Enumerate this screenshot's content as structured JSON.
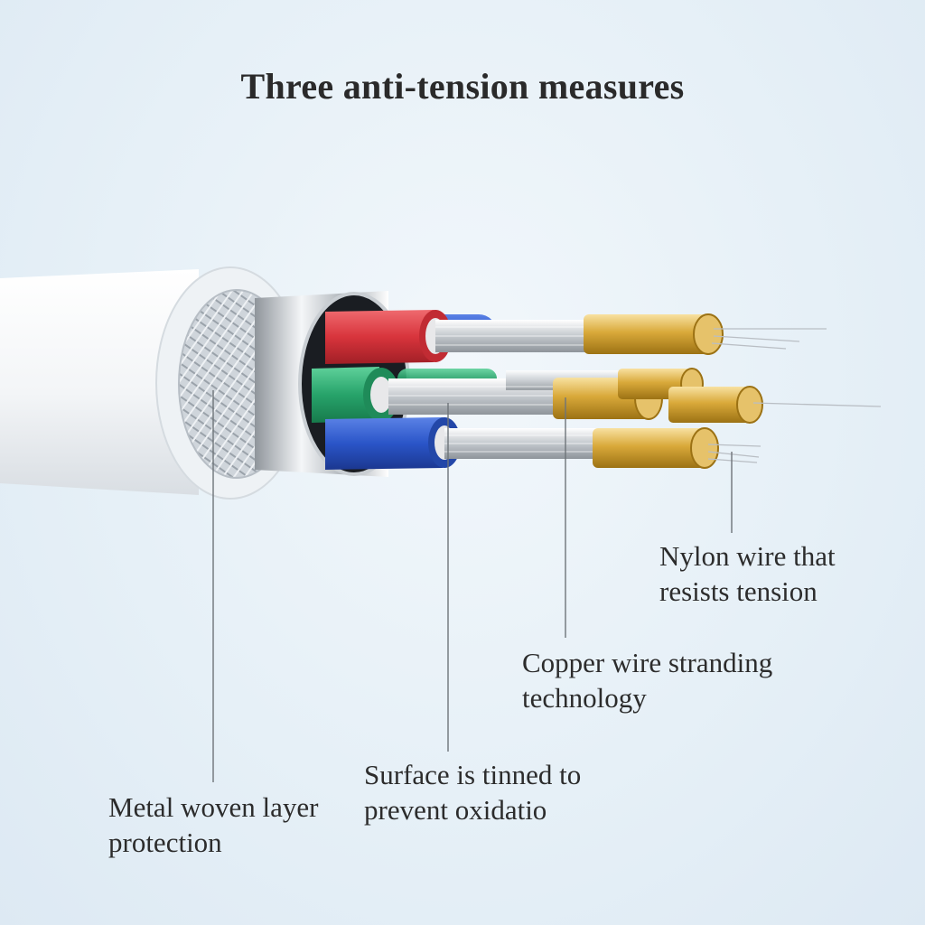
{
  "title": "Three anti-tension measures",
  "labels": {
    "nylon": {
      "line1": "Nylon wire that",
      "line2": "resists tension"
    },
    "copper": {
      "line1": "Copper wire stranding",
      "line2": "technology"
    },
    "tinned": {
      "line1": "Surface is tinned to",
      "line2": "prevent oxidatio"
    },
    "metal": {
      "line1": "Metal woven layer",
      "line2": "protection"
    }
  },
  "colors": {
    "red": "#d8343c",
    "blue": "#2a55c8",
    "green": "#27a36a",
    "gold": "#d9a93a",
    "jacket": "#f6f8fa"
  }
}
